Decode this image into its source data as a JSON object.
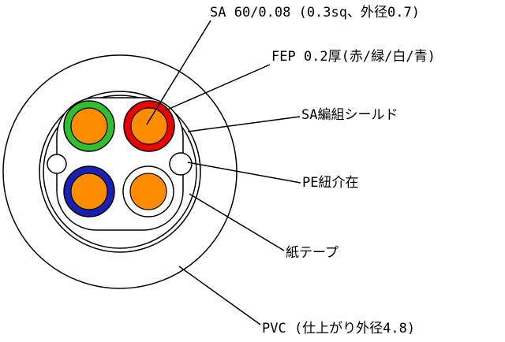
{
  "labels": {
    "conductor": "SA 60/0.08 (0.3sq、外径0.7)",
    "insulation": "FEP 0.2厚(赤/緑/白/青)",
    "shield": "SA編組シールド",
    "filler": "PE紐介在",
    "tape": "紙テープ",
    "jacket": "PVC (仕上がり外径4.8)"
  },
  "colors": {
    "insulation_green": "#2fc02f",
    "insulation_red": "#ee0000",
    "insulation_blue": "#1a20b4",
    "insulation_white": "#ffffff",
    "conductor_orange": "#ff8c00",
    "line": "#000000"
  }
}
